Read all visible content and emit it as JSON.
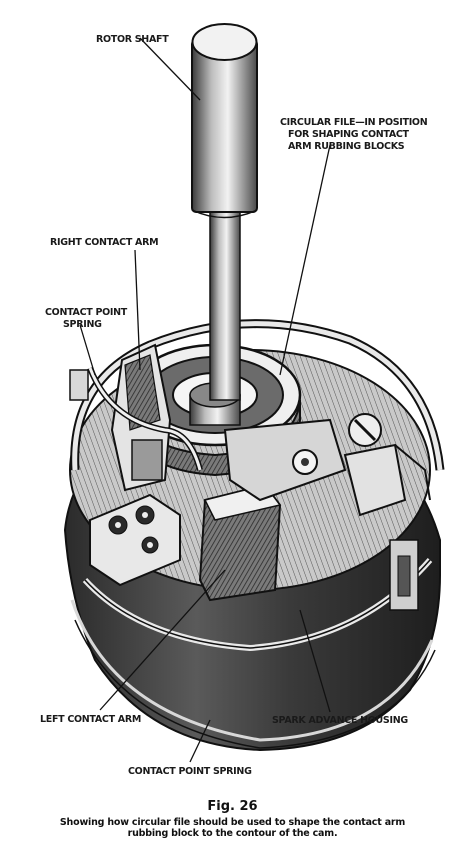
{
  "labels": {
    "rotor_shaft": "ROTOR SHAFT",
    "circular_file_1": "CIRCULAR FILE—IN POSITION",
    "circular_file_2": "FOR SHAPING CONTACT",
    "circular_file_3": "ARM RUBBING BLOCKS",
    "right_contact_arm": "RIGHT  CONTACT ARM",
    "contact_point_spring_top_1": "CONTACT POINT",
    "contact_point_spring_top_2": "SPRING",
    "left_contact_arm": "LEFT CONTACT ARM",
    "spark_advance_housing": "SPARK ADVANCE HOUSING",
    "contact_point_spring_bottom": "CONTACT POINT SPRING"
  },
  "figure": {
    "number": "Fig. 26",
    "caption_line1": "Showing how circular file should be used to shape the contact arm",
    "caption_line2": "rubbing block to the contour of the cam."
  }
}
